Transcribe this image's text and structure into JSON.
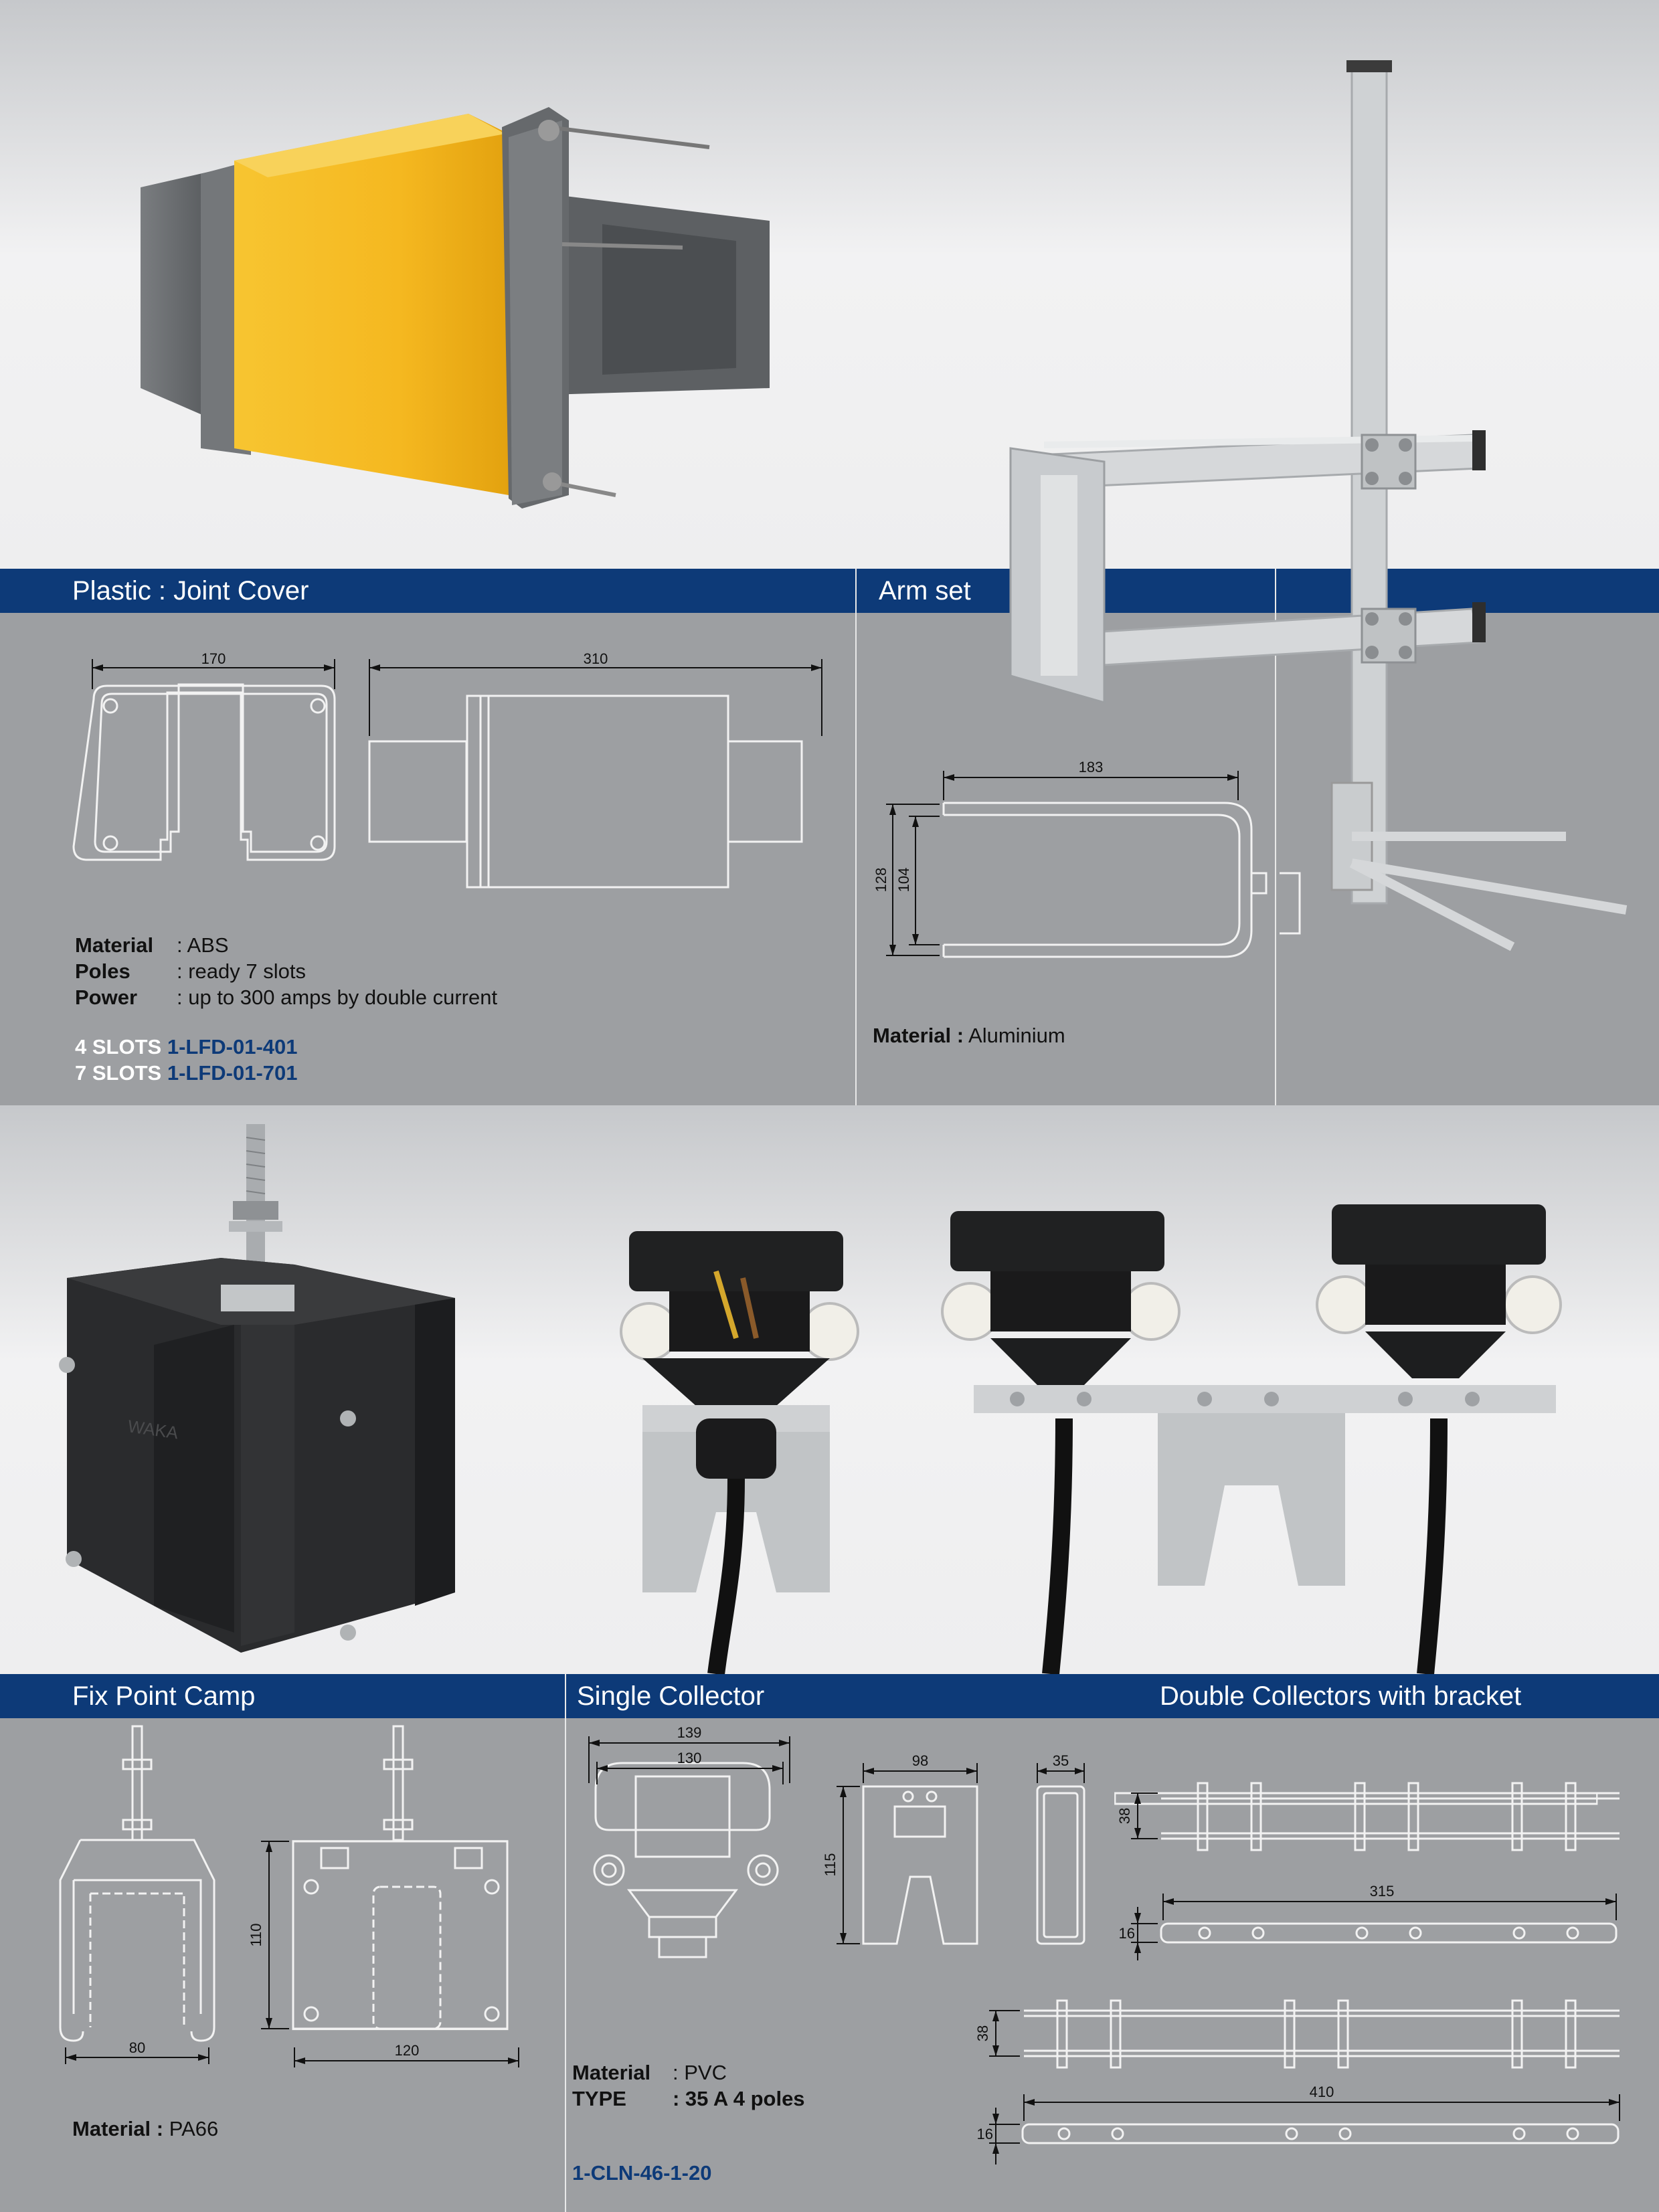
{
  "colors": {
    "bar": "#0d3a78",
    "panel": "#9d9fa2",
    "yellow": "#f5b820",
    "dark": "#2a2b2d",
    "metal": "#cfd2d4"
  },
  "joint_cover": {
    "title": "Plastic : Joint Cover",
    "dims": {
      "width": "170",
      "length": "310"
    },
    "specs": [
      {
        "label": "Material",
        "value": ": ABS"
      },
      {
        "label": "Poles",
        "value": ": ready 7 slots"
      },
      {
        "label": "Power",
        "value": ": up to 300 amps by double current"
      }
    ],
    "codes": [
      {
        "slots": "4 SLOTS",
        "code": "1-LFD-01-401"
      },
      {
        "slots": "7 SLOTS",
        "code": "1-LFD-01-701"
      }
    ]
  },
  "arm_set": {
    "title": "Arm set",
    "dims": {
      "length": "183",
      "outer": "128",
      "inner": "104"
    },
    "material_label": "Material :",
    "material_value": "Aluminium"
  },
  "fix_point": {
    "title": "Fix Point Camp",
    "dims": {
      "width": "80",
      "height": "110",
      "length": "120"
    },
    "material_label": "Material :",
    "material_value": "PA66",
    "brand": "WAKA"
  },
  "single_collector": {
    "title": "Single Collector",
    "dims": {
      "outer": "139",
      "inner": "130",
      "bracket_width": "98",
      "bracket_depth": "35",
      "bracket_height": "115"
    },
    "specs": [
      {
        "label": "Material",
        "value": ": PVC"
      },
      {
        "label": "TYPE",
        "value": ": 35 A  4 poles"
      }
    ],
    "code": "1-CLN-46-1-20"
  },
  "double_collector": {
    "title": "Double Collectors with bracket",
    "dims": {
      "h1": "38",
      "l1": "315",
      "t1": "16",
      "h2": "38",
      "l2": "410",
      "t2": "16"
    }
  }
}
